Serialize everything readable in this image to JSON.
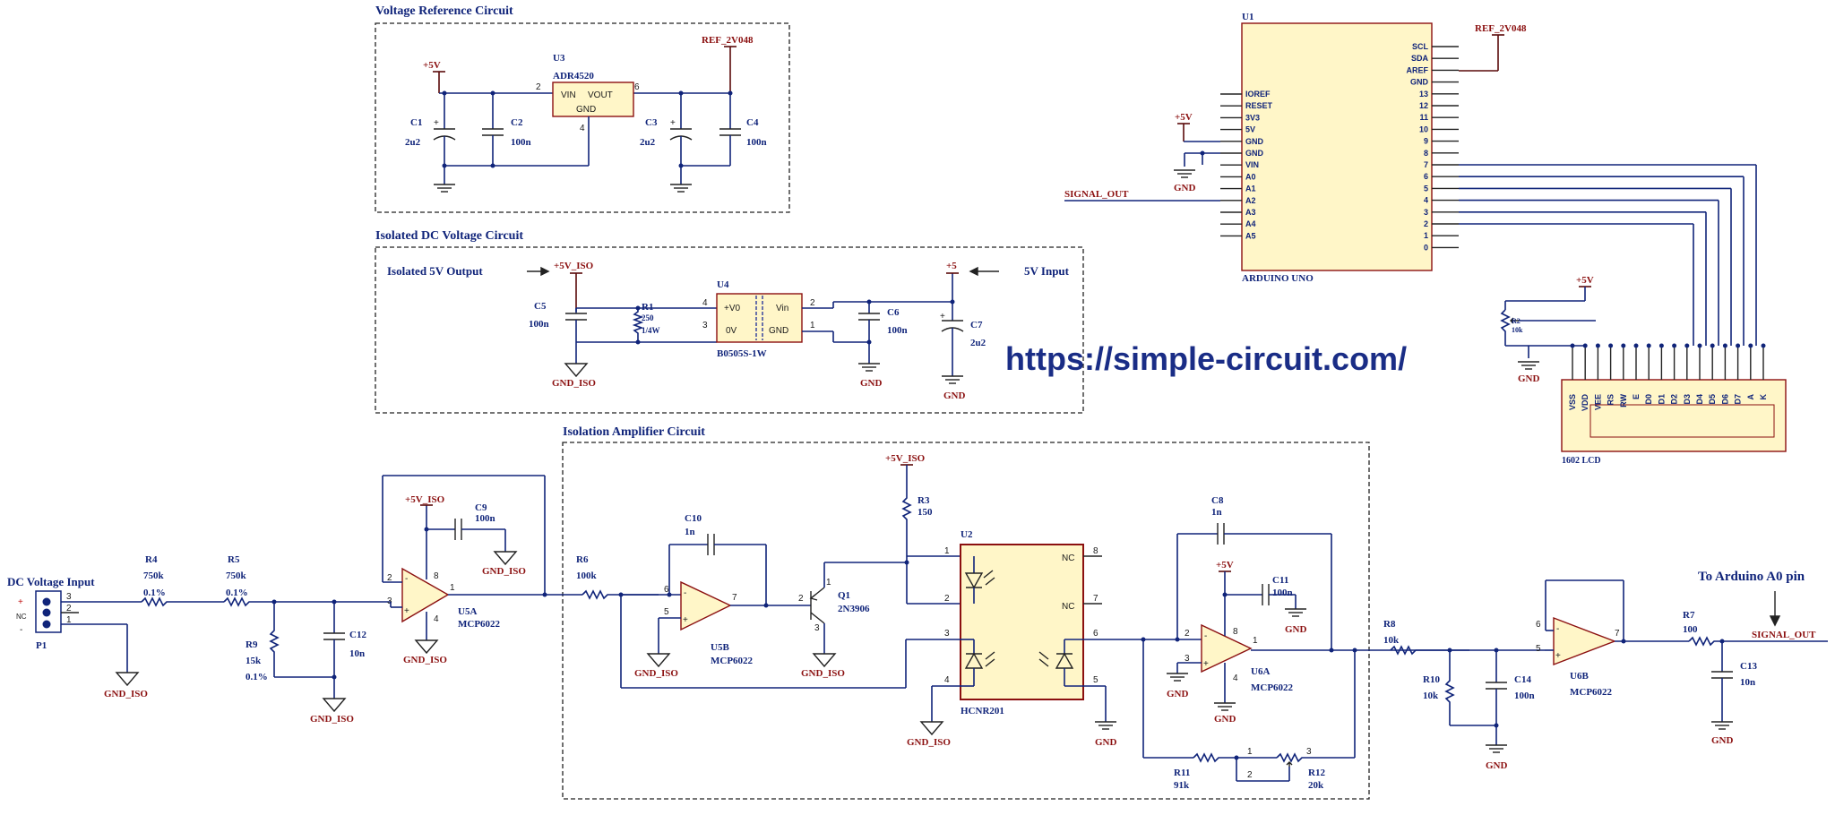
{
  "sections": {
    "vref": "Voltage Reference Circuit",
    "isodc": "Isolated DC Voltage Circuit",
    "isoamp": "Isolation Amplifier Circuit"
  },
  "annotations": {
    "iso_out": "Isolated 5V Output",
    "v5_in": "5V Input",
    "dc_in": "DC Voltage Input",
    "to_a0": "To Arduino A0 pin"
  },
  "url": "https://simple-circuit.com/",
  "nets": {
    "p5v": "+5V",
    "p5": "+5",
    "p5v_iso": "+5V_ISO",
    "gnd": "GND",
    "gnd_iso": "GND_ISO",
    "ref": "REF_2V048",
    "sig": "SIGNAL_OUT"
  },
  "components": {
    "U3": {
      "ref": "U3",
      "part": "ADR4520",
      "p_vin": "VIN",
      "p_vout": "VOUT",
      "p_gnd": "GND",
      "n2": "2",
      "n6": "6",
      "n4": "4"
    },
    "C1": {
      "ref": "C1",
      "val": "2u2"
    },
    "C2": {
      "ref": "C2",
      "val": "100n"
    },
    "C3": {
      "ref": "C3",
      "val": "2u2"
    },
    "C4": {
      "ref": "C4",
      "val": "100n"
    },
    "C5": {
      "ref": "C5",
      "val": "100n"
    },
    "R1": {
      "ref": "R1",
      "val": "250",
      "pw": "1/4W"
    },
    "U4": {
      "ref": "U4",
      "part": "B0505S-1W",
      "p_v0": "+V0",
      "p_0v": "0V",
      "p_vin": "Vin",
      "p_gnd": "GND",
      "n4": "4",
      "n3": "3",
      "n2": "2",
      "n1": "1"
    },
    "C6": {
      "ref": "C6",
      "val": "100n"
    },
    "C7": {
      "ref": "C7",
      "val": "2u2"
    },
    "P1": {
      "ref": "P1",
      "nc": "NC",
      "plus": "+",
      "minus": "-",
      "n3": "3",
      "n2": "2",
      "n1": "1"
    },
    "R4": {
      "ref": "R4",
      "val": "750k",
      "tol": "0.1%"
    },
    "R5": {
      "ref": "R5",
      "val": "750k",
      "tol": "0.1%"
    },
    "R9": {
      "ref": "R9",
      "val": "15k",
      "tol": "0.1%"
    },
    "C12": {
      "ref": "C12",
      "val": "10n"
    },
    "C9": {
      "ref": "C9",
      "val": "100n"
    },
    "U5A": {
      "ref": "U5A",
      "part": "MCP6022",
      "n2": "2",
      "n3": "3",
      "n1": "1",
      "n8": "8",
      "n4": "4"
    },
    "R6": {
      "ref": "R6",
      "val": "100k"
    },
    "C10": {
      "ref": "C10",
      "val": "1n"
    },
    "U5B": {
      "ref": "U5B",
      "part": "MCP6022",
      "n6": "6",
      "n5": "5",
      "n7": "7"
    },
    "Q1": {
      "ref": "Q1",
      "part": "2N3906",
      "n1": "1",
      "n2": "2",
      "n3": "3"
    },
    "R3": {
      "ref": "R3",
      "val": "150"
    },
    "U2": {
      "ref": "U2",
      "part": "HCNR201",
      "nc1": "NC",
      "nc2": "NC",
      "n1": "1",
      "n2": "2",
      "n3": "3",
      "n4": "4",
      "n5": "5",
      "n6": "6",
      "n7": "7",
      "n8": "8"
    },
    "C8": {
      "ref": "C8",
      "val": "1n"
    },
    "C11": {
      "ref": "C11",
      "val": "100n"
    },
    "U6A": {
      "ref": "U6A",
      "part": "MCP6022",
      "n2": "2",
      "n3": "3",
      "n1": "1",
      "n8": "8",
      "n4": "4"
    },
    "R11": {
      "ref": "R11",
      "val": "91k"
    },
    "R12": {
      "ref": "R12",
      "val": "20k",
      "n1": "1",
      "n2": "2",
      "n3": "3"
    },
    "R8": {
      "ref": "R8",
      "val": "10k"
    },
    "R10": {
      "ref": "R10",
      "val": "10k"
    },
    "C14": {
      "ref": "C14",
      "val": "100n"
    },
    "U6B": {
      "ref": "U6B",
      "part": "MCP6022",
      "n6": "6",
      "n5": "5",
      "n7": "7"
    },
    "R7": {
      "ref": "R7",
      "val": "100"
    },
    "C13": {
      "ref": "C13",
      "val": "10n"
    },
    "R2": {
      "ref": "R2",
      "val": "10k"
    },
    "U1": {
      "ref": "U1",
      "part": "ARDUINO UNO",
      "right_pins": [
        "SCL",
        "SDA",
        "AREF",
        "GND",
        "13",
        "12",
        "11",
        "10",
        "9",
        "8",
        "7",
        "6",
        "5",
        "4",
        "3",
        "2",
        "1",
        "0"
      ],
      "left_pins": [
        "IOREF",
        "RESET",
        "3V3",
        "5V",
        "GND",
        "GND",
        "VIN",
        "A0",
        "A1",
        "A2",
        "A3",
        "A4",
        "A5"
      ]
    },
    "LCD": {
      "part": "1602 LCD",
      "pins": [
        "VSS",
        "VDD",
        "VEE",
        "RS",
        "RW",
        "E",
        "D0",
        "D1",
        "D2",
        "D3",
        "D4",
        "D5",
        "D6",
        "D7",
        "A",
        "K"
      ]
    }
  }
}
